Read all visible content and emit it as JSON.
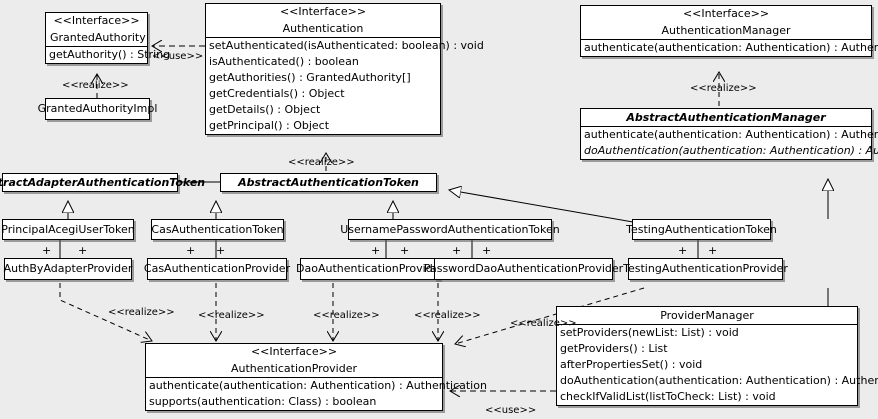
{
  "diagram": {
    "kind": "uml-class-diagram",
    "background": "#ececec",
    "line_color": "#000000",
    "node_fill": "#ffffff"
  },
  "stereotypes": {
    "interface": "<<Interface>>",
    "realize": "<<realize>>",
    "use": "<<use>>"
  },
  "classes": {
    "granted_authority": {
      "stereotype": "<<Interface>>",
      "name": "GrantedAuthority",
      "methods": [
        "getAuthority() : String"
      ]
    },
    "granted_authority_impl": {
      "name": "GrantedAuthorityImpl",
      "methods": []
    },
    "authentication": {
      "stereotype": "<<Interface>>",
      "name": "Authentication",
      "methods": [
        "setAuthenticated(isAuthenticated: boolean) : void",
        "isAuthenticated() : boolean",
        "getAuthorities() : GrantedAuthority[]",
        "getCredentials() : Object",
        "getDetails() : Object",
        "getPrincipal() : Object"
      ]
    },
    "authentication_manager": {
      "stereotype": "<<Interface>>",
      "name": "AuthenticationManager",
      "methods": [
        "authenticate(authentication: Authentication) : Authentication"
      ]
    },
    "abstract_authentication_manager": {
      "name": "AbstractAuthenticationManager",
      "abstract": true,
      "methods": [
        "authenticate(authentication: Authentication) : Authentication",
        "doAuthentication(authentication: Authentication) : Authentication"
      ],
      "abstract_methods": [
        false,
        true
      ]
    },
    "abstract_adapter_authentication_token": {
      "name": "AbstractAdapterAuthenticationToken",
      "abstract": true,
      "methods": []
    },
    "abstract_authentication_token": {
      "name": "AbstractAuthenticationToken",
      "abstract": true,
      "methods": []
    },
    "principal_acegi_user_token": {
      "name": "PrincipalAcegiUserToken",
      "methods": []
    },
    "cas_authentication_token": {
      "name": "CasAuthenticationToken",
      "methods": []
    },
    "username_password_authentication_token": {
      "name": "UsernamePasswordAuthenticationToken",
      "methods": []
    },
    "testing_authentication_token": {
      "name": "TestingAuthenticationToken",
      "methods": []
    },
    "auth_by_adapter_provider": {
      "name": "AuthByAdapterProvider",
      "methods": []
    },
    "cas_authentication_provider": {
      "name": "CasAuthenticationProvider",
      "methods": []
    },
    "dao_authentication_provider": {
      "name": "DaoAuthenticationProvider",
      "methods": []
    },
    "password_dao_authentication_provider": {
      "name": "PasswordDaoAuthenticationProvider",
      "methods": []
    },
    "testing_authentication_provider": {
      "name": "TestingAuthenticationProvider",
      "methods": []
    },
    "authentication_provider": {
      "stereotype": "<<Interface>>",
      "name": "AuthenticationProvider",
      "methods": [
        "authenticate(authentication: Authentication) : Authentication",
        "supports(authentication: Class) : boolean"
      ]
    },
    "provider_manager": {
      "name": "ProviderManager",
      "methods": [
        "setProviders(newList: List) : void",
        "getProviders() : List",
        "afterPropertiesSet() : void",
        "doAuthentication(authentication: Authentication) : Authentication",
        "checkIfValidList(listToCheck: List) : void"
      ]
    }
  },
  "edge_labels": {
    "use_granted_authority": "<<use>>",
    "realize_granted_authority_impl": "<<realize>>",
    "realize_abstract_auth_token": "<<realize>>",
    "realize_abstract_auth_manager": "<<realize>>",
    "realize_auth_by_adapter": "<<realize>>",
    "realize_cas_provider": "<<realize>>",
    "realize_dao_provider": "<<realize>>",
    "realize_password_dao_provider": "<<realize>>",
    "realize_testing_provider": "<<realize>>",
    "use_provider_manager": "<<use>>"
  },
  "association_markers": {
    "plus": "+"
  }
}
